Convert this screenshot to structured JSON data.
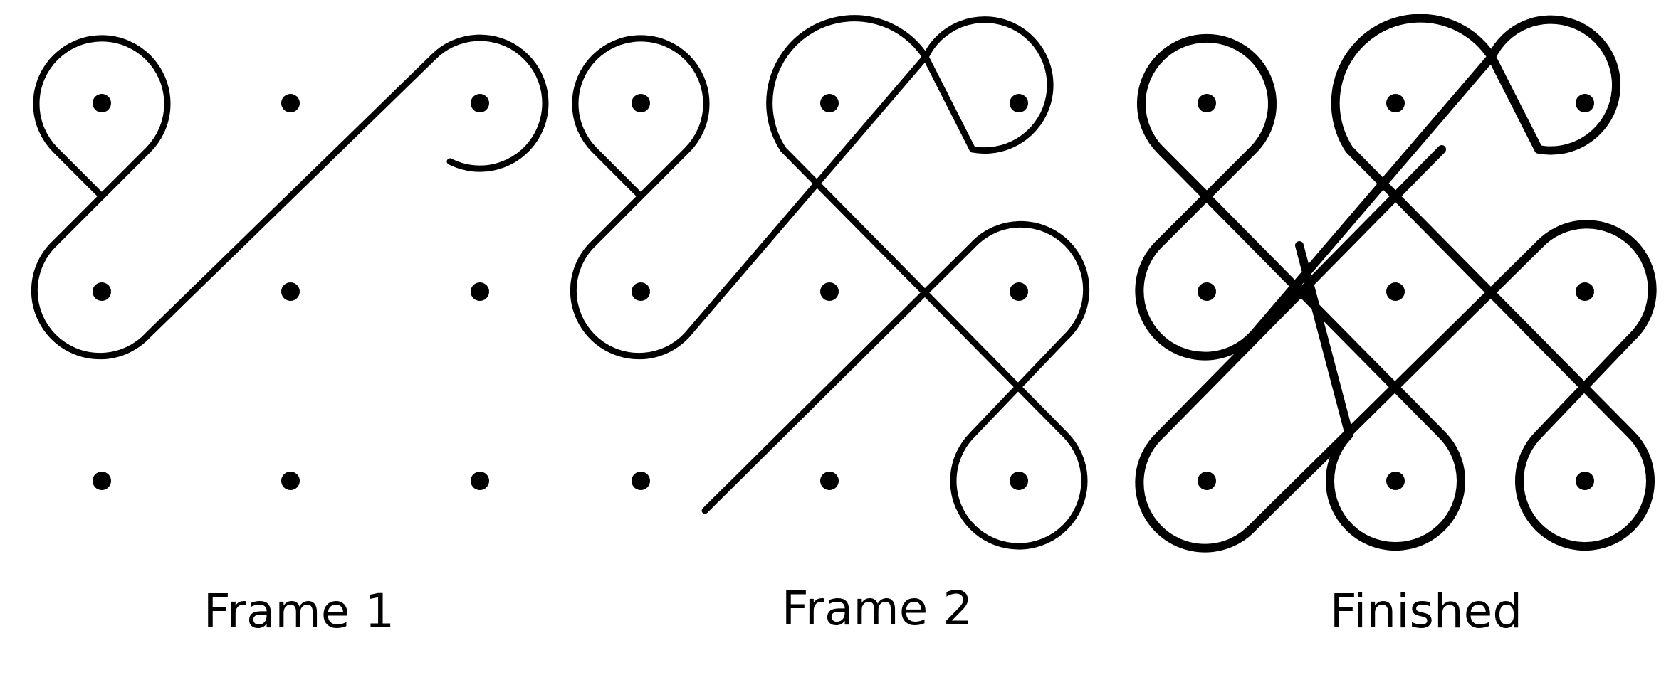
{
  "frames": [
    {
      "caption": "Frame 1"
    },
    {
      "caption": "Frame 2"
    },
    {
      "caption": "Finished"
    }
  ],
  "colors": {
    "stroke": "#000000",
    "dot": "#000000",
    "background": "#ffffff"
  }
}
